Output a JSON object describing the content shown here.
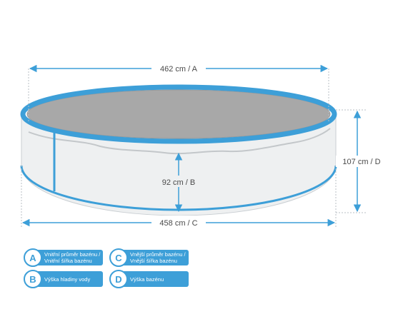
{
  "dimensions": {
    "a_label": "462 cm / A",
    "b_label": "92 cm / B",
    "c_label": "458 cm / C",
    "d_label": "107 cm / D"
  },
  "legend": [
    {
      "letter": "A",
      "text": "Vnitřní průměr bazénu /\nVnitřní šířka bazénu"
    },
    {
      "letter": "C",
      "text": "Vnější průměr bazénu /\nVnější šířka bazénu"
    },
    {
      "letter": "B",
      "text": "Výška hladiny vody"
    },
    {
      "letter": "D",
      "text": "Výška bazénu"
    }
  ],
  "colors": {
    "accent": "#3d9fd8",
    "water": "#a8a8a8",
    "wall": "#eef0f1"
  }
}
